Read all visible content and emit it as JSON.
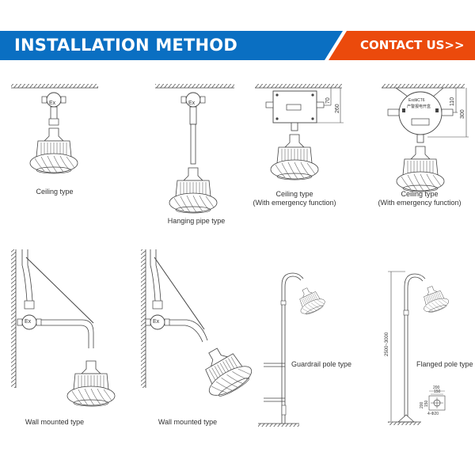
{
  "header": {
    "title": "INSTALLATION METHOD",
    "cta_label": "CONTACT US>>",
    "colors": {
      "title_bg": "#0a6fc2",
      "cta_bg": "#eb4a0c",
      "text": "#ffffff"
    }
  },
  "diagrams": [
    {
      "id": "ceiling",
      "caption_line1": "Ceiling type",
      "caption_line2": "",
      "junction_label": "Ex"
    },
    {
      "id": "hanging-pipe",
      "caption_line1": "Hanging pipe type",
      "caption_line2": "",
      "junction_label": "Ex"
    },
    {
      "id": "ceiling-emergency-a",
      "caption_line1": "Ceiling type",
      "caption_line2": "(With emergency function)",
      "dim_small": "70",
      "dim_large": "260"
    },
    {
      "id": "ceiling-emergency-b",
      "caption_line1": "Ceiling type",
      "caption_line2": "(With emergency function)",
      "box_label_1": "ExdⅡCT6",
      "box_label_2": "产警报电开盒",
      "dim_small": "110",
      "dim_large": "300"
    },
    {
      "id": "wall-mounted-a",
      "caption_line1": "Wall mounted type",
      "caption_line2": "",
      "junction_label": "Ex"
    },
    {
      "id": "wall-mounted-b",
      "caption_line1": "Wall mounted type",
      "caption_line2": "",
      "junction_label": "Ex"
    },
    {
      "id": "guardrail-pole",
      "caption_line1": "Guardrail pole type",
      "caption_line2": ""
    },
    {
      "id": "flanged-pole",
      "caption_line1": "Flanged pole type",
      "caption_line2": "",
      "dim_height": "2500~3000",
      "flange_dims": [
        "200",
        "150",
        "200",
        "150",
        "4-Φ20"
      ]
    }
  ]
}
